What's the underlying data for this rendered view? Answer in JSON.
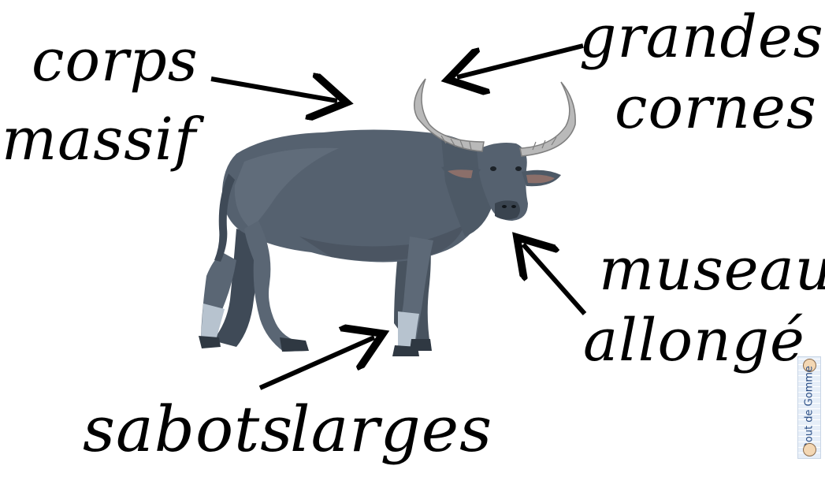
{
  "labels": {
    "corps": "corps",
    "massif": "massif",
    "grandes": "grandes",
    "cornes": "cornes",
    "museau": "museau",
    "allonge": "allongé",
    "sabots": "sabots",
    "larges": "larges"
  },
  "logo": {
    "text": "Bout de Gomme"
  },
  "colors": {
    "text": "#000000",
    "buffalo_body": "#55616f",
    "buffalo_dark": "#3f4a57",
    "horn": "#b9b9b9",
    "hoof_light": "#b7c3cf",
    "ear_inner": "#8b6f6a"
  }
}
